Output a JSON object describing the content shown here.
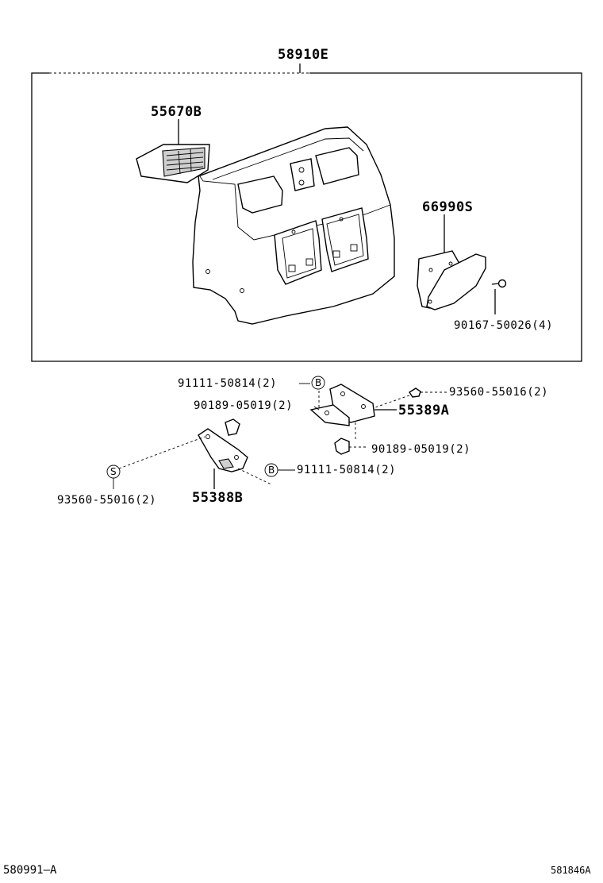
{
  "labels": {
    "assembly": "58910E",
    "vent": "55670B",
    "cover": "66990S",
    "cover_screw": "90167-50026(4)",
    "bolt_upper": "91111-50814(2)",
    "clip_upper": "90189-05019(2)",
    "nut_right": "93560-55016(2)",
    "bracket_right": "55389A",
    "clip_lower": "90189-05019(2)",
    "bolt_lower": "91111-50814(2)",
    "nut_left": "93560-55016(2)",
    "bracket_left": "55388B"
  },
  "callouts": {
    "b_upper": "B",
    "b_lower": "B",
    "s_left": "S"
  },
  "footer": {
    "left_code": "580991—A",
    "right_code": "581846A"
  }
}
